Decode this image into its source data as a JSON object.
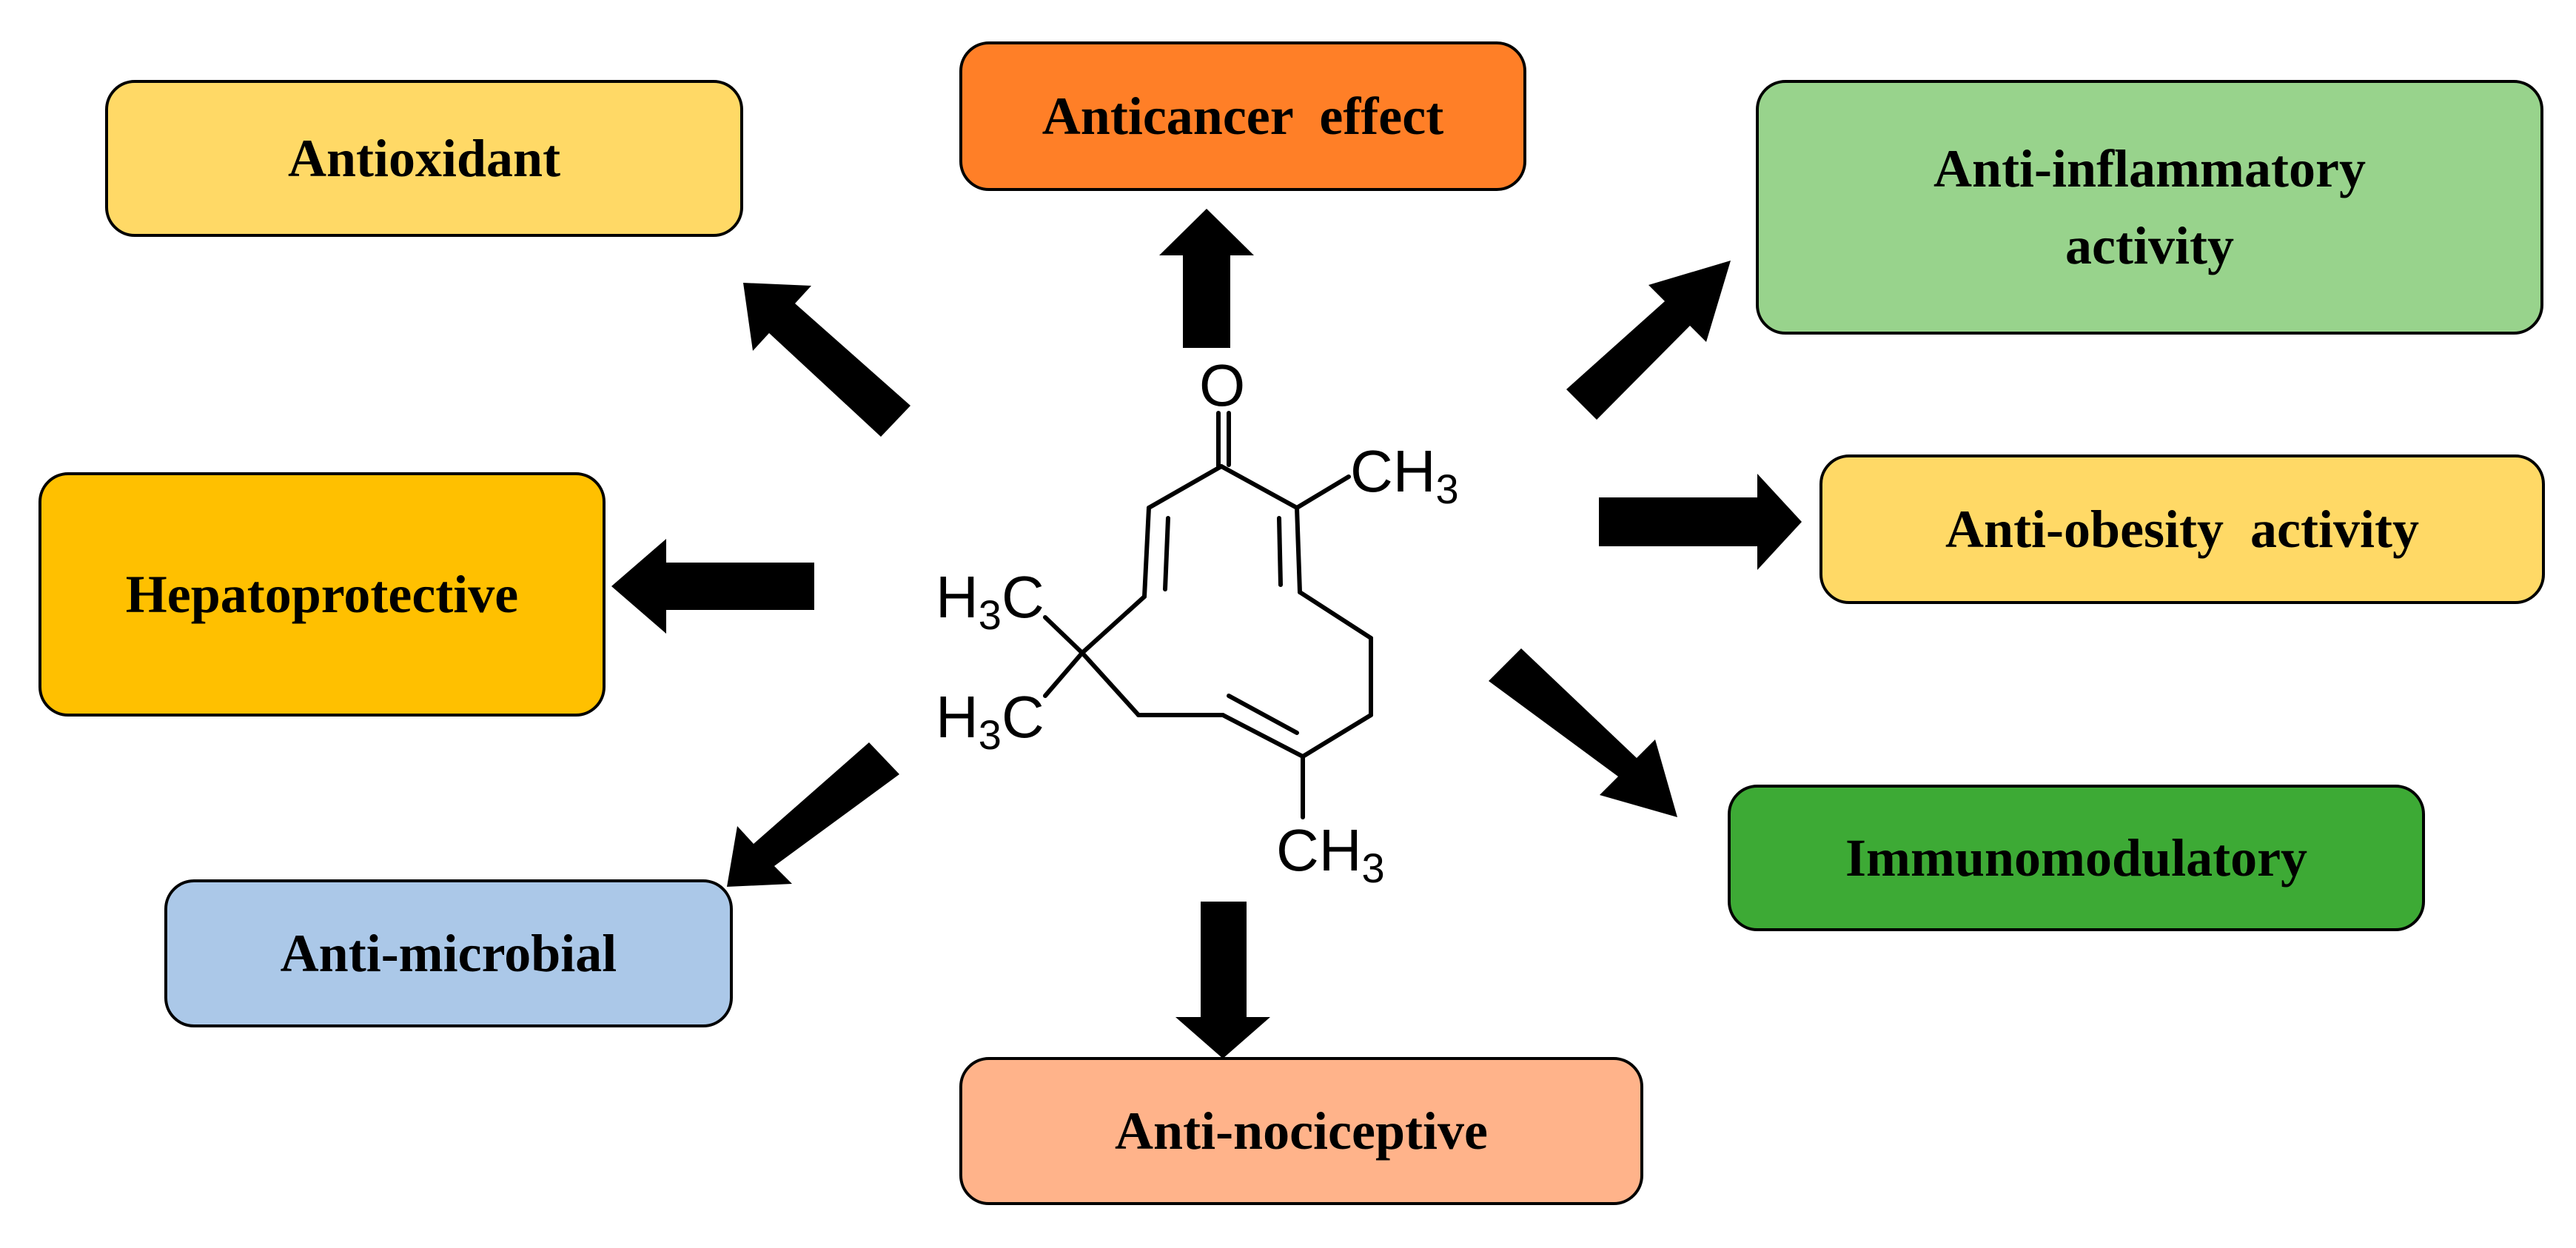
{
  "molecule": {
    "oxygen_label": "O",
    "methyl_label": "CH",
    "methyl_subscript": "3",
    "h3c_prefix": "H",
    "h3c_subscript": "3",
    "h3c_suffix": "C"
  },
  "activities": [
    {
      "id": "antioxidant",
      "lines": [
        "Antioxidant"
      ],
      "color": "#FFD966"
    },
    {
      "id": "anticancer",
      "lines": [
        "Anticancer  effect"
      ],
      "color": "#FF7F27"
    },
    {
      "id": "anti-inflammatory",
      "lines": [
        "Anti-inflammatory",
        "activity"
      ],
      "color": "#98D38C"
    },
    {
      "id": "hepatoprotective",
      "lines": [
        "Hepatoprotective"
      ],
      "color": "#FFC000"
    },
    {
      "id": "anti-obesity",
      "lines": [
        "Anti-obesity  activity"
      ],
      "color": "#FFD966"
    },
    {
      "id": "immunomodulatory",
      "lines": [
        "Immunomodulatory"
      ],
      "color": "#3DAA35"
    },
    {
      "id": "anti-microbial",
      "lines": [
        "Anti-microbial"
      ],
      "color": "#ABC8E8"
    },
    {
      "id": "anti-nociceptive",
      "lines": [
        "Anti-nociceptive"
      ],
      "color": "#FFB38A"
    }
  ]
}
